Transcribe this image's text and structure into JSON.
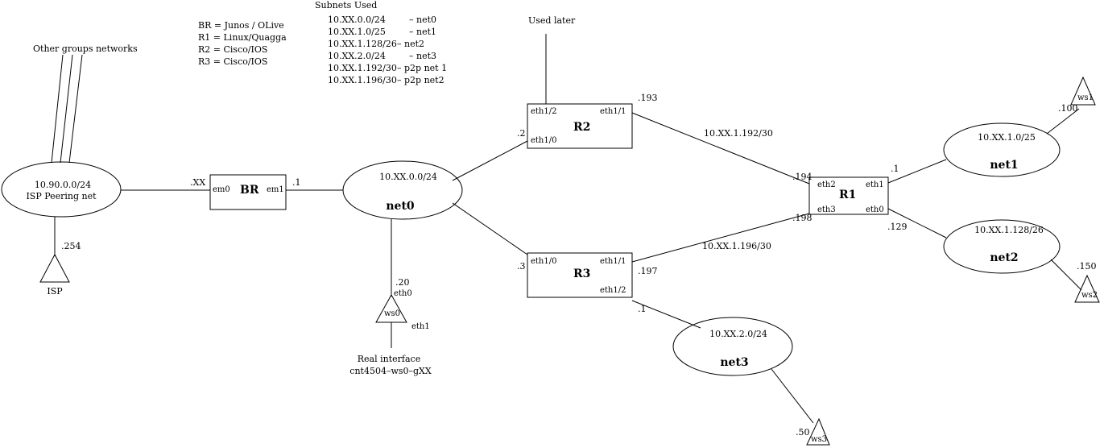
{
  "legend": {
    "routers": [
      "BR = Junos / OLive",
      "R1 = Linux/Quagga",
      "R2 = Cisco/IOS",
      "R3 = Cisco/IOS"
    ],
    "subnets_title": "Subnets Used",
    "subnets": [
      [
        "10.XX.0.0/24",
        "– net0"
      ],
      [
        "10.XX.1.0/25",
        "– net1"
      ],
      [
        "10.XX.1.128/26",
        "– net2"
      ],
      [
        "10.XX.2.0/24",
        "– net3"
      ],
      [
        "10.XX.1.192/30",
        "– p2p net 1"
      ],
      [
        "10.XX.1.196/30",
        "– p2p net2"
      ]
    ]
  },
  "notes": {
    "other_groups": "Other groups networks",
    "used_later": "Used later",
    "real_interface": "Real interface",
    "real_interface_name": "cnt4504–ws0–gXX"
  },
  "isp_net": {
    "subnet": "10.90.0.0/24",
    "name": "ISP Peering net",
    "isp_addr": ".254",
    "isp_label": "ISP"
  },
  "br": {
    "name": "BR",
    "if_left": "em0",
    "if_right": "em1",
    "addr_left": ".XX",
    "addr_right": ".1"
  },
  "net0": {
    "subnet": "10.XX.0.0/24",
    "name": "net0"
  },
  "ws0": {
    "name": "ws0",
    "addr": ".20",
    "if0": "eth0",
    "if1": "eth1"
  },
  "r2": {
    "name": "R2",
    "if_tl": "eth1/2",
    "if_tr": "eth1/1",
    "if_bl": "eth1/0",
    "addr_left": ".2",
    "addr_right": ".193"
  },
  "r3": {
    "name": "R3",
    "if_tl": "eth1/0",
    "if_tr": "eth1/1",
    "if_br": "eth1/2",
    "addr_left": ".3",
    "addr_right": ".197",
    "addr_down": ".1"
  },
  "r1": {
    "name": "R1",
    "if_tl": "eth2",
    "if_tr": "eth1",
    "if_bl": "eth3",
    "if_br": "eth0",
    "addr_tl": ".194",
    "addr_bl": ".198",
    "addr_tr": ".1",
    "addr_br": ".129"
  },
  "p2p1": {
    "subnet": "10.XX.1.192/30"
  },
  "p2p2": {
    "subnet": "10.XX.1.196/30"
  },
  "net1": {
    "subnet": "10.XX.1.0/25",
    "name": "net1",
    "ws_name": "ws1",
    "ws_addr": ".100"
  },
  "net2": {
    "subnet": "10.XX.1.128/26",
    "name": "net2",
    "ws_name": "ws2",
    "ws_addr": ".150"
  },
  "net3": {
    "subnet": "10.XX.2.0/24",
    "name": "net3",
    "ws_name": "ws3",
    "ws_addr": ".50"
  }
}
